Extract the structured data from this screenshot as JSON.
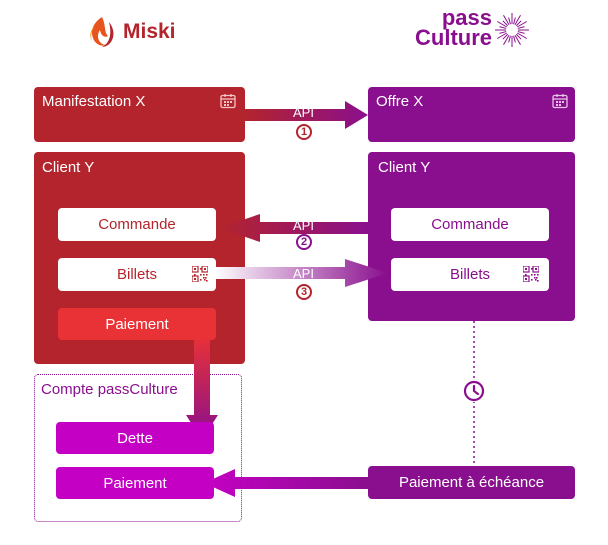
{
  "logos": {
    "left": "Miski",
    "right_line1": "pass",
    "right_line2": "Culture"
  },
  "row1": {
    "left_title": "Manifestation X",
    "right_title": "Offre X",
    "api_label": "API",
    "step": "1"
  },
  "client": {
    "left_title": "Client Y",
    "right_title": "Client Y",
    "left_order": "Commande",
    "right_order": "Commande",
    "left_tickets": "Billets",
    "right_tickets": "Billets",
    "left_payment": "Paiement",
    "api2_label": "API",
    "step2": "2",
    "api3_label": "API",
    "step3": "3"
  },
  "account": {
    "title": "Compte passCulture",
    "debt": "Dette",
    "payment": "Paiement"
  },
  "deferred": {
    "label": "Paiement à échéance"
  },
  "colors": {
    "red": "#b3242c",
    "purple": "#8a0f8e",
    "magenta": "#c400c4",
    "bright_red": "#e83236"
  }
}
